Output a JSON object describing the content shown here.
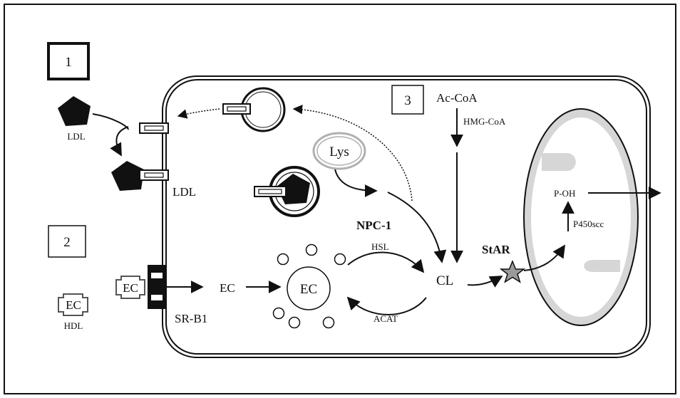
{
  "boxes": {
    "one": "1",
    "two": "2",
    "three": "3"
  },
  "labels": {
    "ldl_outside": "LDL",
    "ldl_membrane": "LDL",
    "lys": "Lys",
    "npc1": "NPC-1",
    "ac_coa": "Ac-CoA",
    "hmg_coa": "HMG-CoA",
    "ec_receptor": "EC",
    "ec_hdl": "EC",
    "hdl": "HDL",
    "sr_b1": "SR-B1",
    "ec_free": "EC",
    "ec_droplet": "EC",
    "hsl": "HSL",
    "acat": "ACAT",
    "cl": "CL",
    "star": "StAR",
    "p_oh": "P-OH",
    "p450scc": "P450scc"
  },
  "colors": {
    "ink": "#111111",
    "mito_fill": "#d6d6d6",
    "mito_inner": "#ffffff",
    "star_fill": "#9a9a9a",
    "lys_ring": "#b0b0b0"
  }
}
